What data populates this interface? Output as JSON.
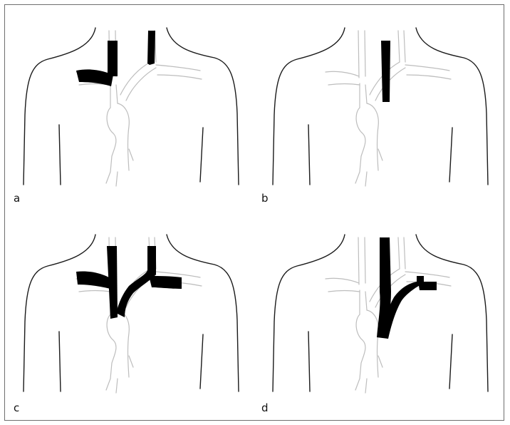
{
  "panels": [
    {
      "id": "a",
      "label": "a",
      "occluded": [
        "left-brachiocephalic-upper",
        "right-brachiocephalic-upper",
        "right-subclavian"
      ]
    },
    {
      "id": "b",
      "label": "b",
      "occluded": [
        "superior-vena-cava"
      ]
    },
    {
      "id": "c",
      "label": "c",
      "occluded": [
        "right-brachiocephalic-upper",
        "right-subclavian",
        "left-brachiocephalic-full",
        "left-subclavian-proximal"
      ]
    },
    {
      "id": "d",
      "label": "d",
      "occluded": [
        "superior-vena-cava-full",
        "left-brachiocephalic-full",
        "left-subclavian-proximal"
      ]
    }
  ],
  "colors": {
    "outline": "#1a1a1a",
    "vessel": "#bdbdbd",
    "occlusion": "#000000"
  }
}
